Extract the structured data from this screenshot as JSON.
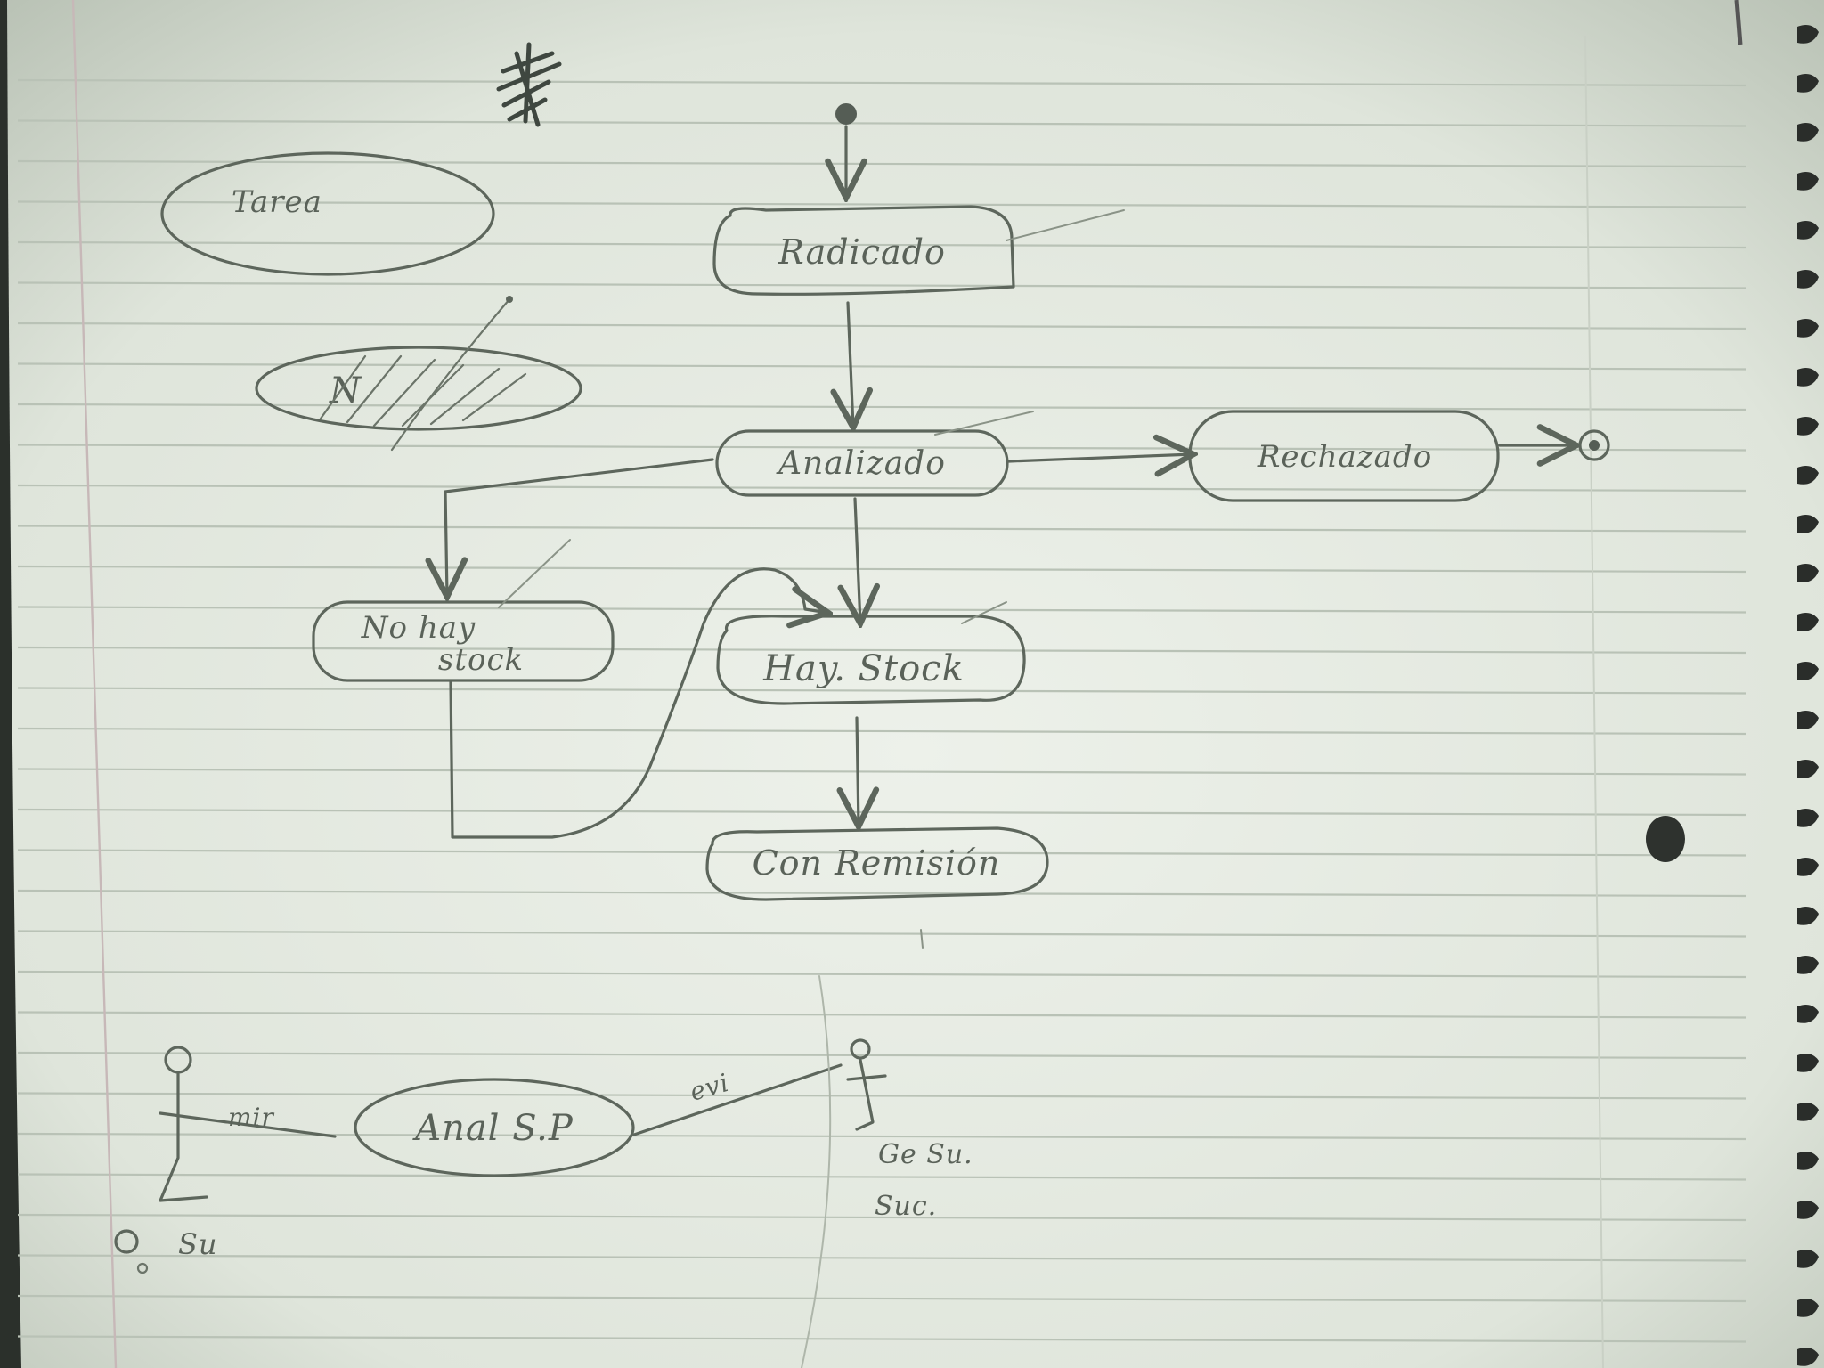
{
  "diagram": {
    "scribble_mark": "scribble-mark",
    "side_notes": {
      "ellipse_upper": "Tarea",
      "ellipse_lower_crossed": "N"
    },
    "states": {
      "initial": "initial-node",
      "radicado": "Radicado",
      "analizado": "Analizado",
      "rechazado": "Rechazado",
      "no_hay_stock_line1": "No hay",
      "no_hay_stock_line2": "stock",
      "hay_stock": "Hay. Stock",
      "con_remision": "Con Remisión",
      "final": "final-node"
    },
    "use_case": {
      "actor_left_note": "Su",
      "left_association_label": "mir",
      "use_case_label": "Anal S.P",
      "right_association_label": "evi",
      "actor_right_label_1": "Ge Su.",
      "actor_right_label_2": "Suc."
    }
  },
  "colors": {
    "pencil": "#5d665c",
    "paper": "#e7ece3",
    "paper_shadow": "#c8d0c4",
    "ruled_line": "#b9c2b6",
    "margin_line": "#c7b8b8",
    "desk": "#2b302b",
    "spiral": "#2a2d2a"
  }
}
